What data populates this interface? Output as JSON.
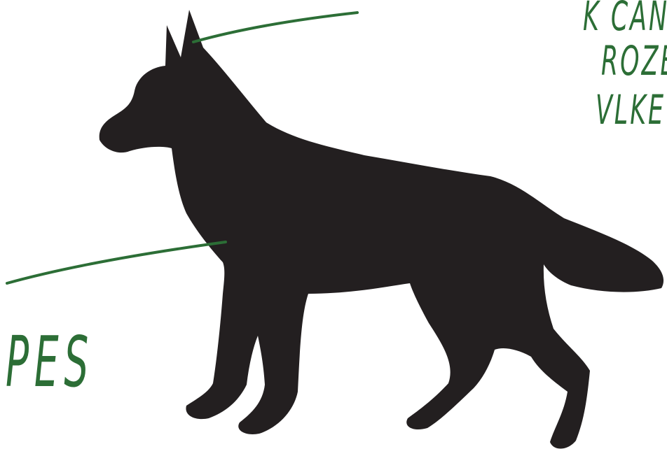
{
  "labels": {
    "pes": "PES",
    "ear_note_lines": [
      "K CAN",
      "ROZE",
      "VLKE"
    ]
  },
  "colors": {
    "silhouette": "#231f20",
    "annotation": "#2c6e36",
    "background": "#ffffff"
  }
}
